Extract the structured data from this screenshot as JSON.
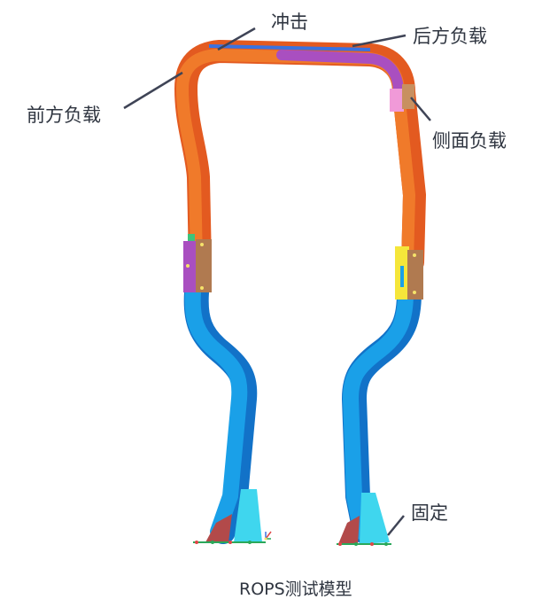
{
  "labels": {
    "impact": "冲击",
    "rear_load": "后方负载",
    "front_load": "前方负载",
    "side_load": "侧面负载",
    "fixed": "固定"
  },
  "caption": "ROPS测试模型",
  "colors": {
    "top_tube": "#f07a2a",
    "top_tube_dark": "#e35a20",
    "lower_tube": "#1aa0e8",
    "lower_tube_dark": "#1272c8",
    "side_bar": "#a94fc0",
    "bracket": "#b07a50",
    "side_pad": "#f09ad8",
    "base_plate_cyan": "#3fd6ee",
    "base_plate_red": "#b24a4a",
    "leader": "#3f4456"
  }
}
